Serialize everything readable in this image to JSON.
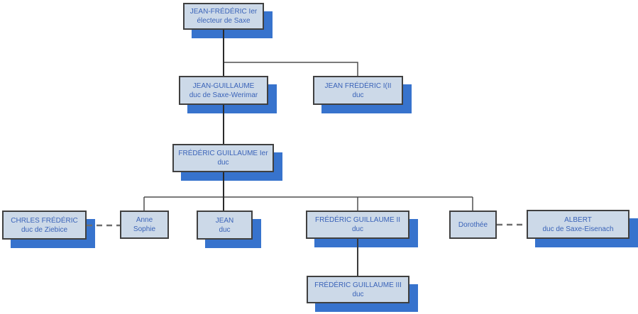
{
  "diagram": {
    "type": "family-tree-org-chart",
    "nodes": {
      "root": {
        "line1": "JEAN-FRÉDÉRIC Ier",
        "line2": "électeur de Saxe"
      },
      "jean_guillaume": {
        "line1": "JEAN-GUILLAUME",
        "line2": "duc de Saxe-Werimar"
      },
      "jean_frederic2": {
        "line1": "JEAN FRÉDÉRIC I(II",
        "line2": "duc"
      },
      "fg1": {
        "line1": "FRÉDÉRIC GUILLAUME Ier",
        "line2": "duc"
      },
      "chrles": {
        "line1": "CHRLES FRÉDÉRIC",
        "line2": "duc de Ziebice"
      },
      "anne": {
        "line1": "Anne",
        "line2": "Sophie"
      },
      "jean": {
        "line1": "JEAN",
        "line2": "duc"
      },
      "fg2": {
        "line1": "FRÉDÉRIC GUILLAUME II",
        "line2": "duc"
      },
      "dorothee": {
        "line1": "Dorothée"
      },
      "albert": {
        "line1": "ALBERT",
        "line2": "duc de Saxe-Eisenach"
      },
      "fg3": {
        "line1": "FRÉDÉRIC GUILLAUME III",
        "line2": "duc"
      }
    },
    "edges": [
      {
        "from": "root",
        "to": "jean_guillaume",
        "type": "child"
      },
      {
        "from": "root",
        "to": "jean_frederic2",
        "type": "child"
      },
      {
        "from": "jean_guillaume",
        "to": "fg1",
        "type": "child"
      },
      {
        "from": "fg1",
        "to": "anne",
        "type": "child"
      },
      {
        "from": "fg1",
        "to": "jean",
        "type": "child"
      },
      {
        "from": "fg1",
        "to": "fg2",
        "type": "child"
      },
      {
        "from": "fg1",
        "to": "dorothee",
        "type": "child"
      },
      {
        "from": "chrles",
        "to": "anne",
        "type": "marriage-dashed"
      },
      {
        "from": "dorothee",
        "to": "albert",
        "type": "marriage-dashed"
      },
      {
        "from": "fg2",
        "to": "fg3",
        "type": "child"
      }
    ],
    "colors": {
      "background": "#ffffff",
      "box_fill": "#ccd9e8",
      "box_border": "#404040",
      "box_text": "#3a63b8",
      "box_shadow": "#3773cd",
      "line_main": "#2a2a2a",
      "line_secondary": "#4f4f4f",
      "line_dashed": "#6e6e6e"
    }
  }
}
